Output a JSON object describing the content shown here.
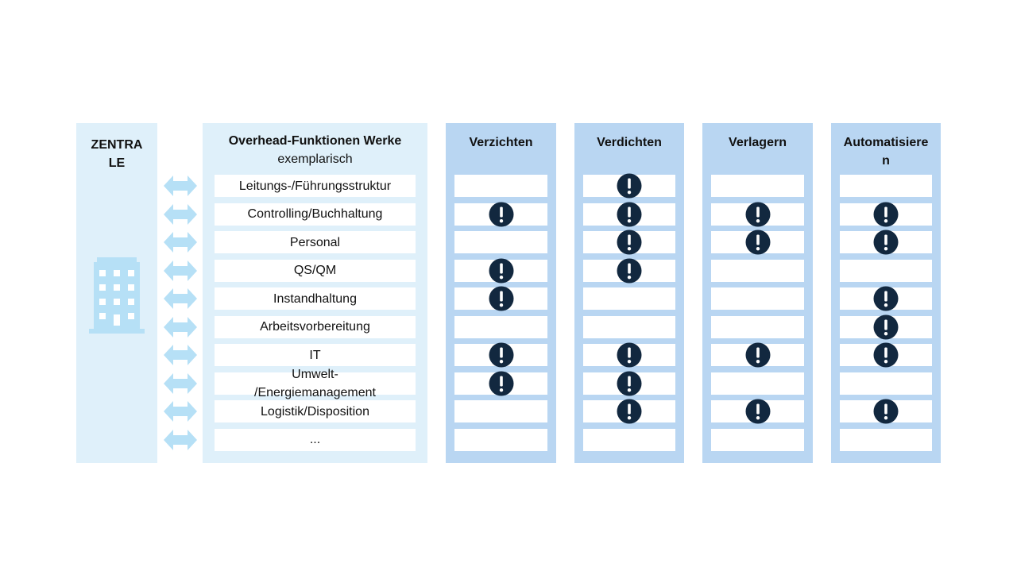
{
  "zentrale": {
    "title": "ZENTRA\nLE",
    "icon": "building-icon",
    "arrow_icon": "double-arrow-icon"
  },
  "functions": {
    "title": "Overhead-Funktionen Werke",
    "subtitle": "exemplarisch",
    "items": [
      "Leitungs-/Führungsstruktur",
      "Controlling/Buchhaltung",
      "Personal",
      "QS/QM",
      "Instandhaltung",
      "Arbeitsvorbereitung",
      "IT",
      "Umwelt-\n/Energiemanagement",
      "Logistik/Disposition",
      "..."
    ]
  },
  "actions": [
    {
      "title": "Verzichten",
      "marks": [
        false,
        true,
        false,
        true,
        true,
        false,
        true,
        true,
        false,
        false
      ]
    },
    {
      "title": "Verdichten",
      "marks": [
        true,
        true,
        true,
        true,
        false,
        false,
        true,
        true,
        true,
        false
      ]
    },
    {
      "title": "Verlagern",
      "marks": [
        false,
        true,
        true,
        false,
        false,
        false,
        true,
        false,
        true,
        false
      ]
    },
    {
      "title": "Automatisiere\nn",
      "marks": [
        false,
        true,
        true,
        false,
        true,
        true,
        true,
        false,
        true,
        false
      ]
    }
  ],
  "marker_icon": "exclamation-icon",
  "colors": {
    "zentrale_bg": "#dff0fa",
    "action_bg": "#b9d6f2",
    "arrow": "#b6e0f6",
    "building": "#b6e0f6",
    "marker": "#12283f"
  }
}
